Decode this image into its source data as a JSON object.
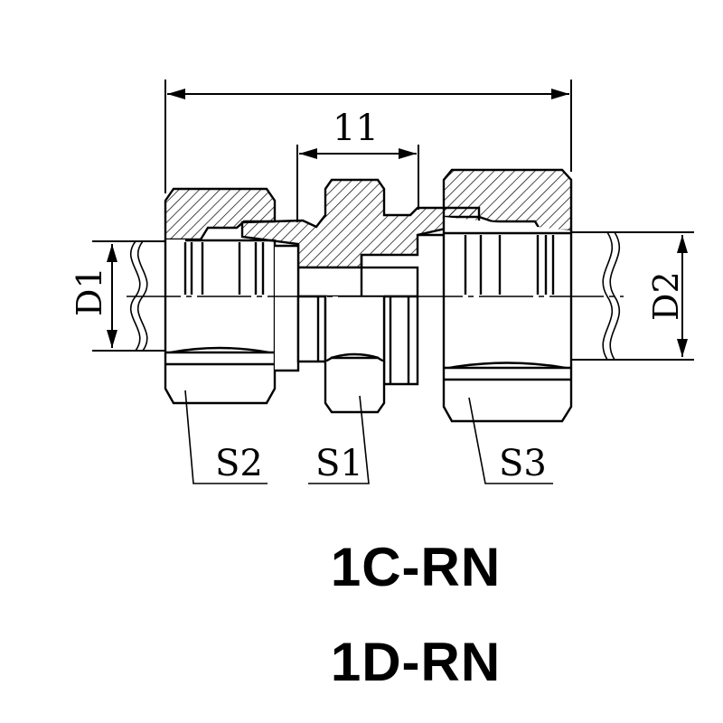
{
  "dimensions": {
    "center_length": "11",
    "left_diameter": "D1",
    "right_diameter": "D2"
  },
  "hex_labels": {
    "left_nut": "S2",
    "body": "S1",
    "right_nut": "S3"
  },
  "models": [
    "1C-RN",
    "1D-RN"
  ],
  "colors": {
    "line": "#000000",
    "background": "#ffffff"
  }
}
